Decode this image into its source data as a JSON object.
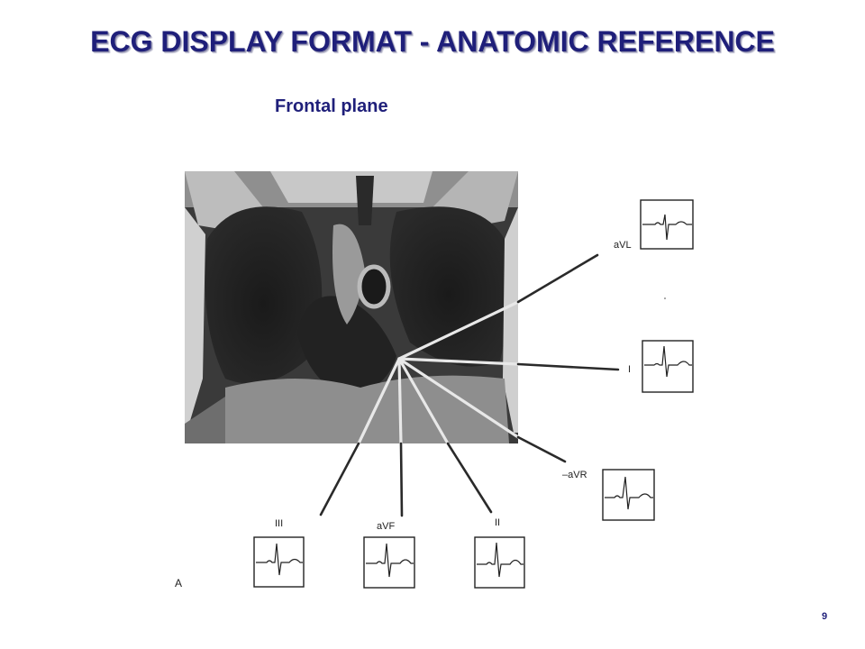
{
  "slide": {
    "title": "ECG DISPLAY FORMAT - ANATOMIC REFERENCE",
    "subtitle": "Frontal plane",
    "page_number": "9"
  },
  "figure": {
    "panel_letter": "A",
    "image_description": "grayscale MRI of chest, frontal plane",
    "leads": [
      {
        "id": "aVL",
        "label": "aVL"
      },
      {
        "id": "I",
        "label": "I"
      },
      {
        "id": "neg-aVR",
        "label": "–aVR"
      },
      {
        "id": "II",
        "label": "II"
      },
      {
        "id": "aVF",
        "label": "aVF"
      },
      {
        "id": "III",
        "label": "III"
      }
    ]
  },
  "colors": {
    "title": "#1f1f7a",
    "background": "#ffffff",
    "ink": "#222222"
  }
}
